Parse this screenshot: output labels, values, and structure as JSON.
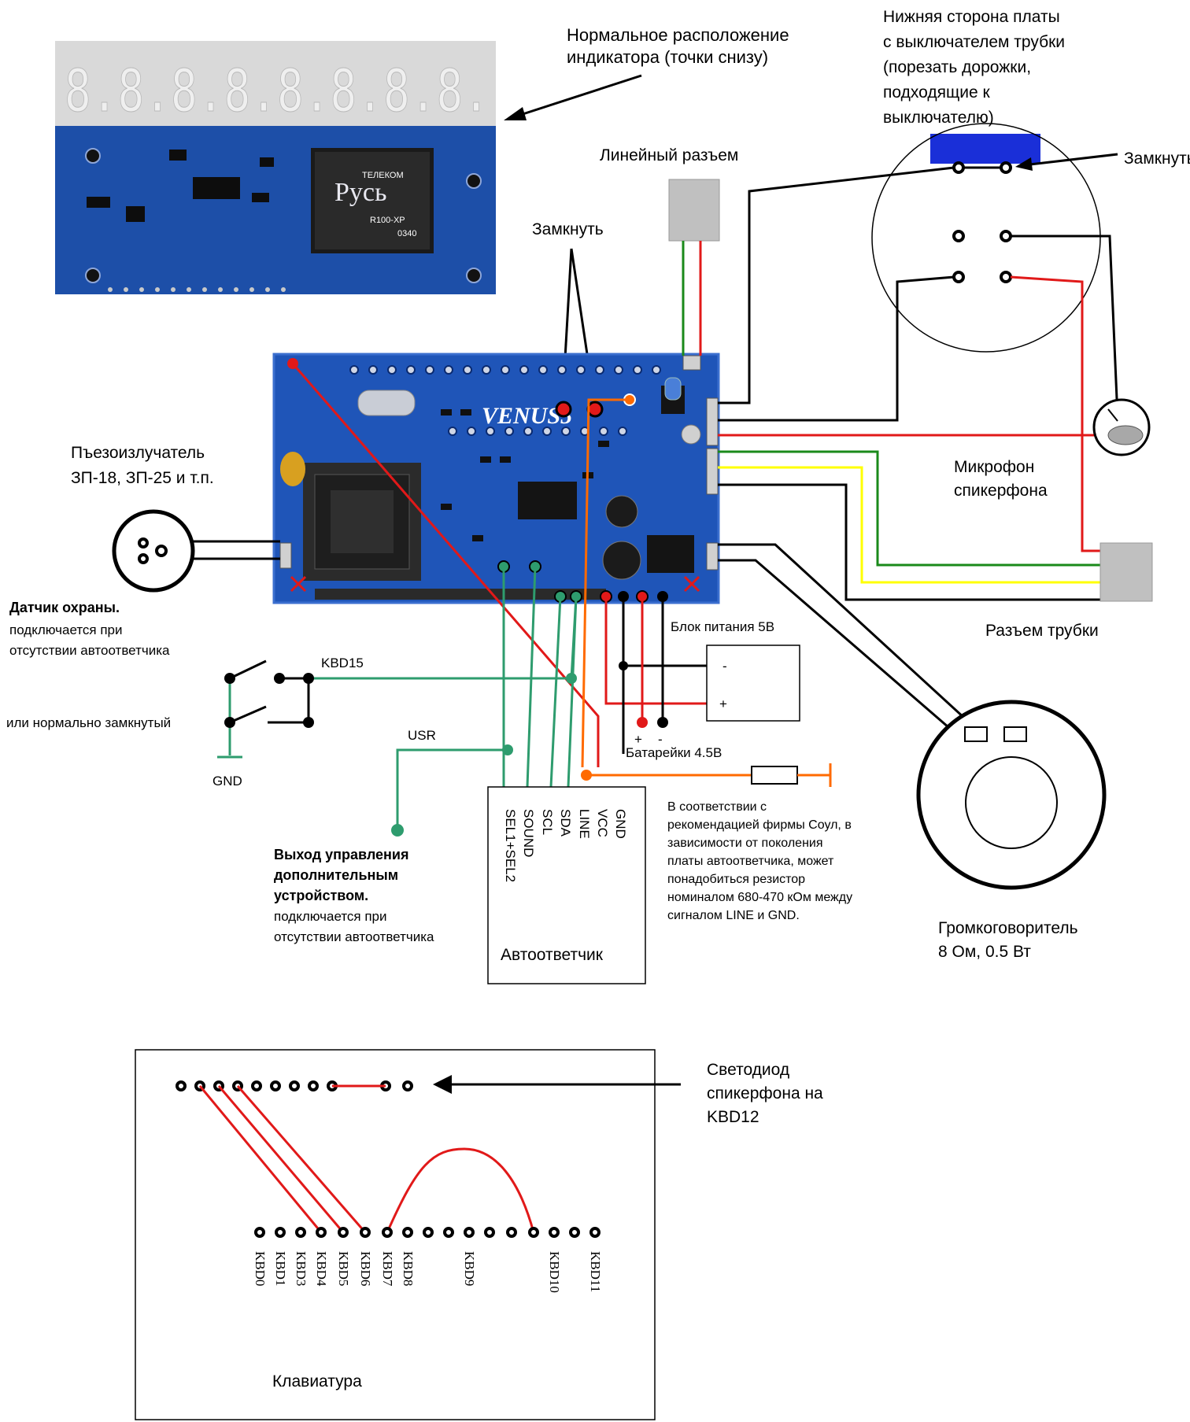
{
  "labels": {
    "indicator_note_line1": "Нормальное расположение",
    "indicator_note_line2": "индикатора (точки снизу)",
    "underside_line1": "Нижняя сторона платы",
    "underside_line2": "с  выключателем трубки",
    "underside_line3": "(порезать дорожки,",
    "underside_line4": "подходящие к",
    "underside_line5": "выключателю)",
    "close_right": "Замкнуть",
    "line_connector": "Линейный разъем",
    "close_center": "Замкнуть",
    "piezo_line1": "Пъезоизлучатель",
    "piezo_line2": "ЗП-18, ЗП-25 и т.п.",
    "microphone_line1": "Микрофон",
    "microphone_line2": "спикерфона",
    "guard_sensor_title": "Датчик охраны.",
    "guard_sensor_line2": "подключается при",
    "guard_sensor_line3": "отсутствии автоответчика",
    "kbd15": "KBD15",
    "normally_closed": "или нормально замкнутый",
    "gnd": "GND",
    "usr": "USR",
    "power_supply": "Блок питания 5В",
    "power_minus": "-",
    "power_plus": "+",
    "plus_sign": "+",
    "minus_sign": "-",
    "batteries": "Батарейки 4.5В",
    "handset_connector": "Разъем трубки",
    "output_title_line1": "Выход управления",
    "output_title_line2": "дополнительным",
    "output_title_line3": "устройством.",
    "output_line4": "подключается при",
    "output_line5": "отсутствии автоответчика",
    "answering_machine": "Автоответчик",
    "note_line1": "В соответствии с",
    "note_line2": "рекомендацией фирмы Соул, в",
    "note_line3": "зависимости от поколения",
    "note_line4": "платы автоответчика, может",
    "note_line5": "понадобиться резистор",
    "note_line6": "номиналом 680-470 кОм между",
    "note_line7": "сигналом  LINE и GND.",
    "speaker_line1": "Громкоговоритель",
    "speaker_line2": "8 Ом, 0.5 Вт",
    "led_line1": "Светодиод",
    "led_line2": "спикерфона на",
    "led_line3": "KBD12",
    "keyboard": "Клавиатура"
  },
  "answering_machine_pins": [
    "GND",
    "VCC",
    "LINE",
    "SDA",
    "SCL",
    "SOUND",
    "SEL1+SEL2"
  ],
  "keyboard_pins": [
    "KBD0",
    "KBD1",
    "KBD3",
    "KBD4",
    "KBD5",
    "KBD6",
    "KBD7",
    "KBD8",
    "KBD9",
    "KBD10",
    "KBD11"
  ],
  "display": {
    "digits": "8.8.8.8.8.8.8.8."
  },
  "pcb_marks": {
    "chip_brand": "Русь",
    "chip_brand_small": "ТЕЛЕКОМ",
    "chip_model": "R100-XP",
    "chip_code": "0340",
    "board_name": "VENUS5"
  },
  "colors": {
    "wire_black": "#000000",
    "wire_red": "#e11919",
    "wire_green": "#1a8a1a",
    "wire_teal": "#2e9c6e",
    "wire_yellow": "#ffff00",
    "wire_orange": "#ff6a00",
    "pcb_blue": "#1f55b8",
    "handset_blue": "#1a2fd8"
  }
}
